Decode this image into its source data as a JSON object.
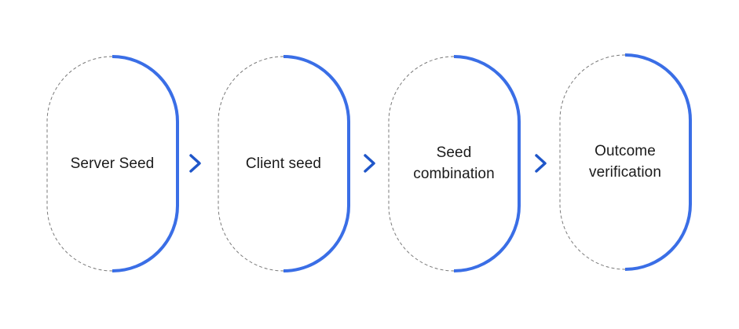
{
  "diagram": {
    "stages": [
      {
        "label": "Server Seed"
      },
      {
        "label": "Client seed"
      },
      {
        "label": "Seed\ncombination"
      },
      {
        "label": "Outcome\nverification"
      }
    ],
    "colors": {
      "accent": "#3a6ee6",
      "arrow": "#1f56c9",
      "dashed_outline": "#7a7a7a",
      "text": "#1a1a1a",
      "background": "#ffffff"
    }
  }
}
